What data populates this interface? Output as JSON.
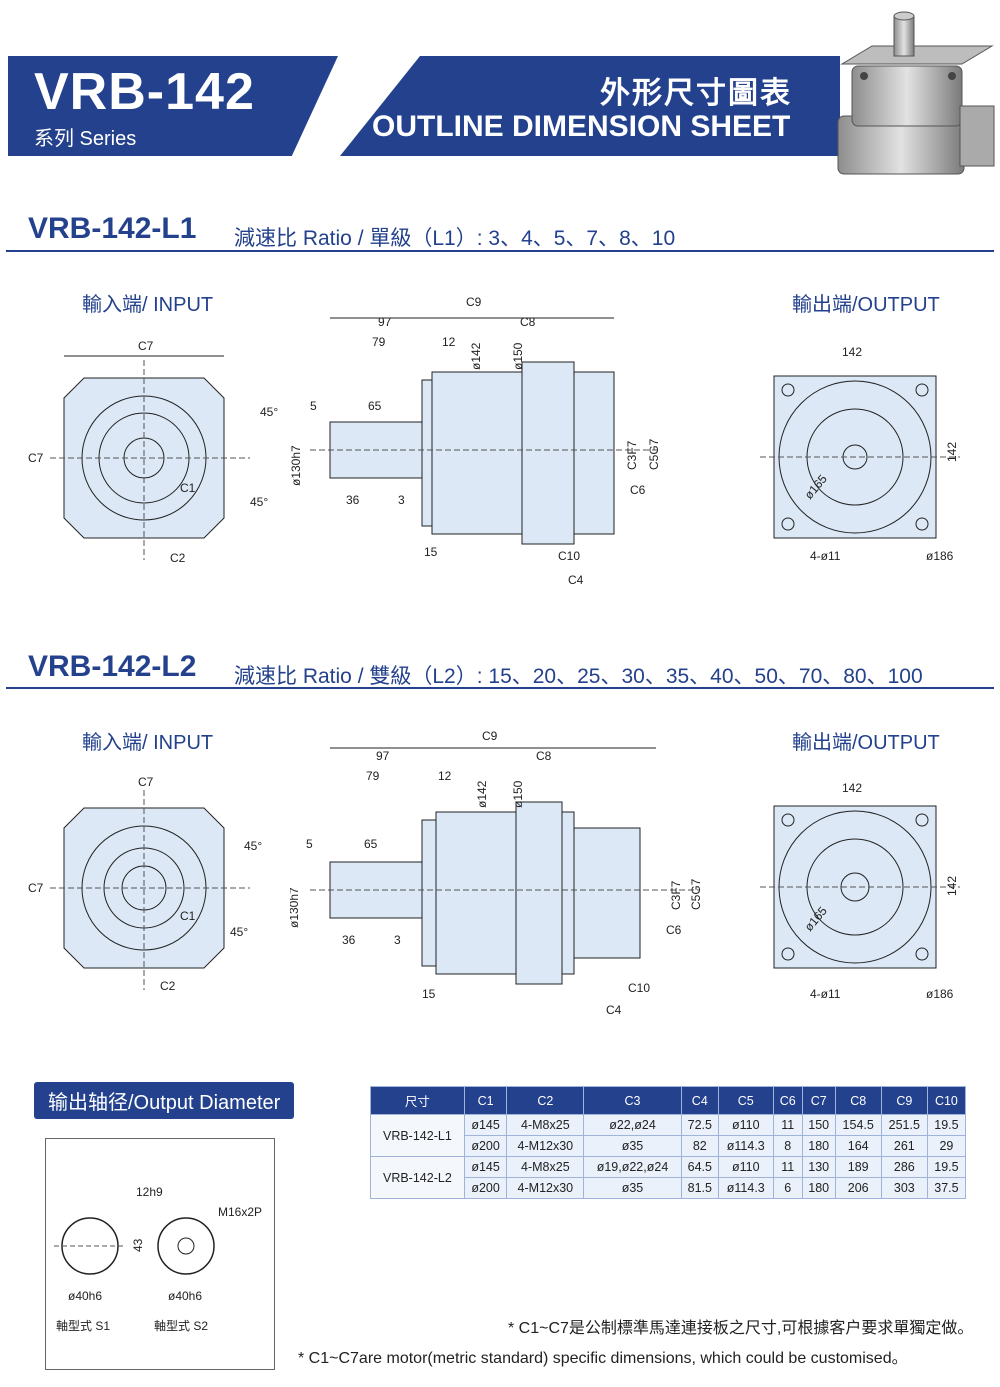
{
  "header": {
    "model": "VRB-142",
    "series": "系列 Series",
    "title_cn": "外形尺寸圖表",
    "title_en": "OUTLINE DIMENSION SHEET"
  },
  "sections": [
    {
      "title": "VRB-142-L1",
      "ratio_text": "減速比 Ratio / 單級（L1）: 3、4、5、7、8、10",
      "input_label": "輸入端/ INPUT",
      "output_label": "輸出端/OUTPUT"
    },
    {
      "title": "VRB-142-L2",
      "ratio_text": "減速比 Ratio / 雙級（L2）: 15、20、25、30、35、40、50、70、80、100",
      "input_label": "輸入端/ INPUT",
      "output_label": "輸出端/OUTPUT"
    }
  ],
  "dims": {
    "c7": "C7",
    "c2": "C2",
    "c1": "C1",
    "a45": "45°",
    "c9": "C9",
    "d97": "97",
    "c8": "C8",
    "d79": "79",
    "d12": "12",
    "d142": "ø142",
    "d150": "ø150",
    "d5": "5",
    "d65": "65",
    "d130": "ø130h7",
    "d36": "36",
    "d3": "3",
    "d15": "15",
    "c3": "C3F7",
    "c5": "C5G7",
    "c6": "C6",
    "c10": "C10",
    "c4": "C4",
    "o142": "142",
    "o165": "ø165",
    "o411": "4-ø11",
    "o186": "ø186"
  },
  "output_diameter": {
    "title": "输出轴径/Output Diameter",
    "s1_dia": "ø40h6",
    "s1_label": "軸型式  S1",
    "s2_dia": "ø40h6",
    "s2_label": "軸型式  S2",
    "s2_key": "12h9",
    "s2_thread": "M16x2P",
    "s2_h": "43"
  },
  "table": {
    "headers": [
      "尺寸",
      "C1",
      "C2",
      "C3",
      "C4",
      "C5",
      "C6",
      "C7",
      "C8",
      "C9",
      "C10"
    ],
    "groups": [
      {
        "model": "VRB-142-L1",
        "rows": [
          [
            "ø145",
            "4-M8x25",
            "ø22,ø24",
            "72.5",
            "ø110",
            "11",
            "150",
            "154.5",
            "251.5",
            "19.5"
          ],
          [
            "ø200",
            "4-M12x30",
            "ø35",
            "82",
            "ø114.3",
            "8",
            "180",
            "164",
            "261",
            "29"
          ]
        ]
      },
      {
        "model": "VRB-142-L2",
        "rows": [
          [
            "ø145",
            "4-M8x25",
            "ø19,ø22,ø24",
            "64.5",
            "ø110",
            "11",
            "130",
            "189",
            "286",
            "19.5"
          ],
          [
            "ø200",
            "4-M12x30",
            "ø35",
            "81.5",
            "ø114.3",
            "6",
            "180",
            "206",
            "303",
            "37.5"
          ]
        ]
      }
    ]
  },
  "notes": {
    "cn": "* C1~C7是公制標準馬達連接板之尺寸,可根據客户要求單獨定做。",
    "en": "* C1~C7are motor(metric standard) specific dimensions, which could be customised。"
  }
}
